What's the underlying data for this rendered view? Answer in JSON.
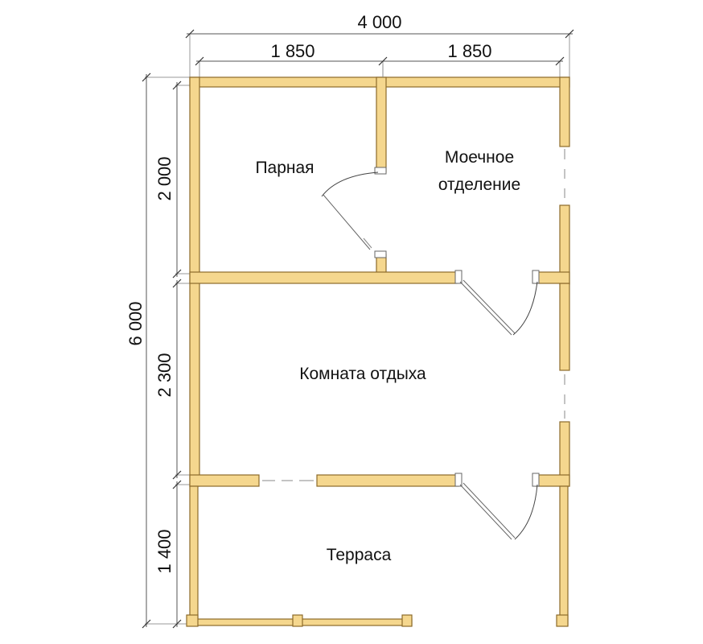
{
  "dimensions": {
    "total_width": "4 000",
    "left_section": "1 850",
    "right_section": "1 850",
    "total_height": "6 000",
    "upper_height": "2 000",
    "middle_height": "2 300",
    "lower_height": "1 400"
  },
  "rooms": {
    "steam_room": "Парная",
    "washing_room_line1": "Моечное",
    "washing_room_line2": "отделение",
    "rest_room": "Комната отдыха",
    "terrace": "Терраса"
  },
  "colors": {
    "wall_fill": "#F5D78E",
    "wall_outline": "#8C6A2A"
  }
}
